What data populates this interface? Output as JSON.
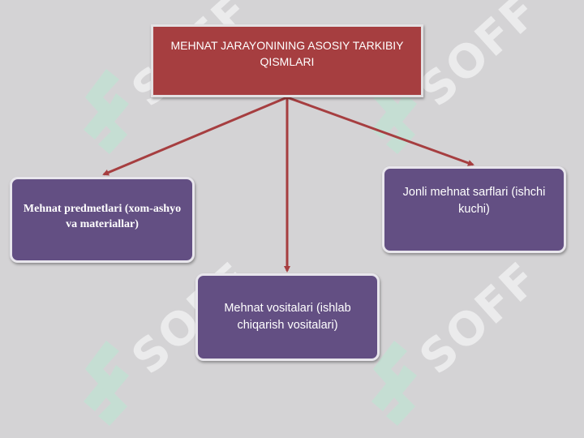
{
  "diagram": {
    "title": "MEHNAT JARAYONINING ASOSIY TARKIBIY QISMLARI",
    "nodes": [
      {
        "id": "left",
        "label": "Mehnat predmetlari (xom-ashyo va materiallar)"
      },
      {
        "id": "middle",
        "label": "Mehnat vositalari (ishlab chiqarish vositalari)"
      },
      {
        "id": "right",
        "label": "Jonli mehnat sarflari (ishchi kuchi)"
      }
    ]
  },
  "watermark": {
    "text": "SOFF"
  },
  "colors": {
    "background": "#d4d3d5",
    "title_box": "#a63e40",
    "node_box": "#634f83",
    "arrow": "#a63e40",
    "watermark_logo": "#b9e8d2"
  }
}
